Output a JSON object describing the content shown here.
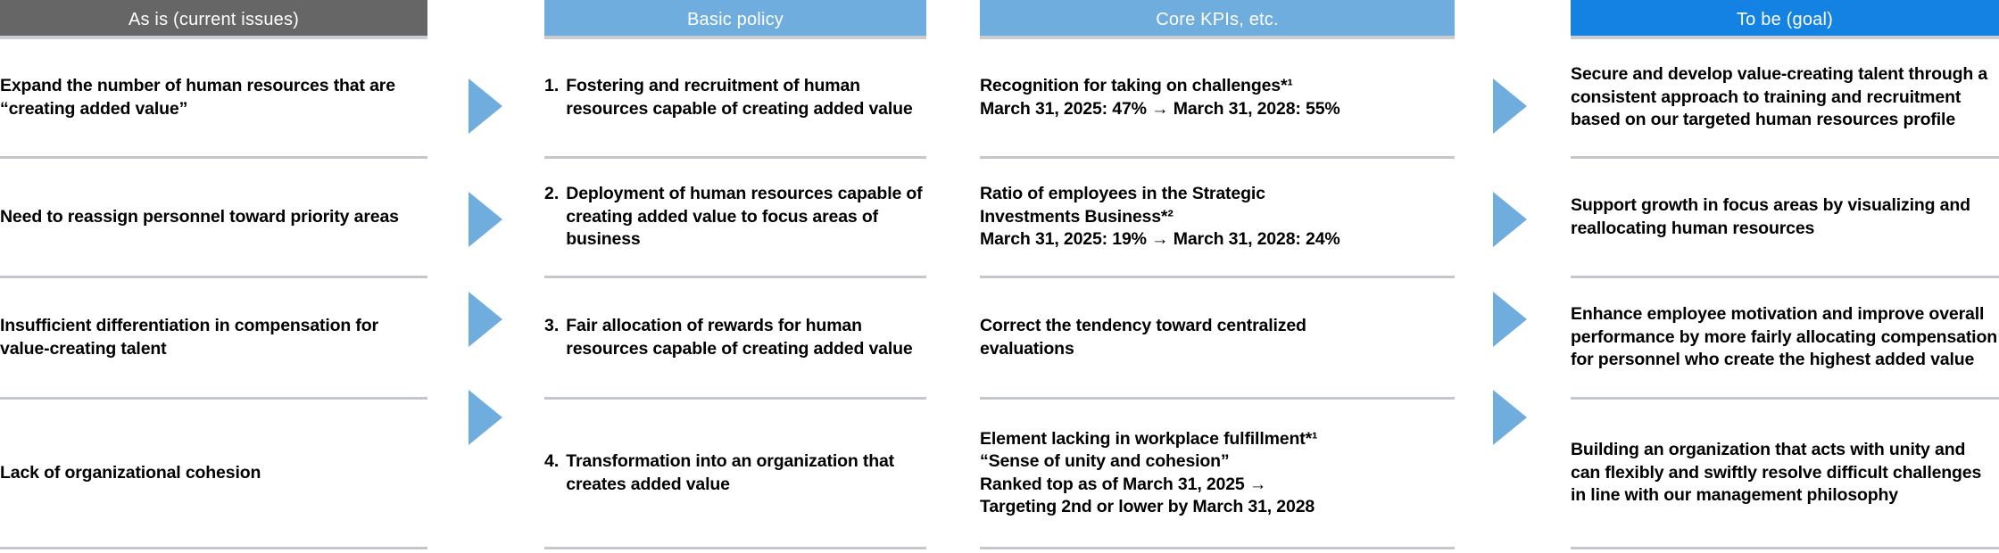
{
  "columns": {
    "as_is": {
      "header": "As is (current issues)",
      "header_color": "#666666",
      "items": [
        "Expand the number of human resources that are “creating added value”",
        "Need to reassign personnel toward priority areas",
        "Insufficient differentiation in compensation for value-creating talent",
        "Lack of organizational cohesion"
      ]
    },
    "basic_policy": {
      "header": "Basic policy",
      "header_color": "#6fadde",
      "items": [
        {
          "number": "1.",
          "text": "Fostering and recruitment of human resources capable of creating added value"
        },
        {
          "number": "2.",
          "text": "Deployment of human resources capable of creating added value to focus areas of business"
        },
        {
          "number": "3.",
          "text": "Fair allocation of rewards for human resources capable of creating added value"
        },
        {
          "number": "4.",
          "text": "Transformation into an organization that creates added value"
        }
      ]
    },
    "core_kpis": {
      "header": "Core KPIs, etc.",
      "header_color": "#6fadde",
      "items": [
        "Recognition for taking on challenges*¹\nMarch 31, 2025: 47% → March 31, 2028: 55%",
        "Ratio of employees in the Strategic\nInvestments Business*²\nMarch 31, 2025: 19% → March 31, 2028: 24%",
        "Correct the tendency toward centralized\nevaluations",
        "Element lacking in workplace fulfillment*¹\n“Sense of unity and cohesion”\nRanked top as of March 31, 2025 →\nTargeting 2nd or lower by March 31, 2028"
      ]
    },
    "to_be": {
      "header": "To be (goal)",
      "header_color": "#1382e3",
      "items": [
        "Secure and develop value-creating talent through a consistent approach to training and recruitment based on our targeted human resources profile",
        "Support growth in focus areas by visualizing and reallocating human resources",
        "Enhance employee motivation and improve overall performance by more fairly allocating compensation for personnel who create the highest added value",
        "Building an organization that acts with unity and can flexibly and swiftly resolve difficult challenges in line with our management philosophy"
      ]
    }
  },
  "arrows": {
    "color": "#6fadde",
    "label": "right-arrow"
  },
  "dividers": {
    "color": "#c3c7cb"
  }
}
